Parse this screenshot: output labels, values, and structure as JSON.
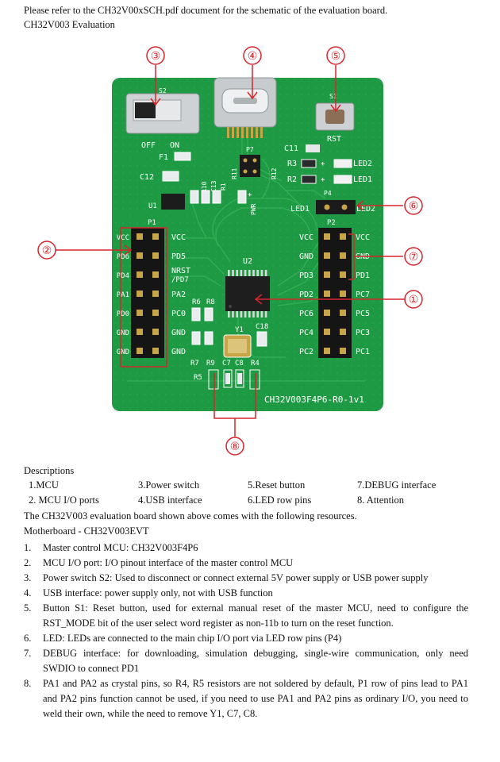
{
  "header": {
    "line1": "Please refer to the CH32V00xSCH.pdf document for the schematic of the evaluation board.",
    "line2": "CH32V003 Evaluation"
  },
  "board": {
    "callouts": [
      "①",
      "②",
      "③",
      "④",
      "⑤",
      "⑥",
      "⑦",
      "⑧"
    ],
    "silkscreen": {
      "s2": "S2",
      "off": "OFF",
      "on": "ON",
      "f1": "F1",
      "c12": "C12",
      "u1": "U1",
      "r10": "R10",
      "c13": "C13",
      "r1": "R1",
      "r11": "R11",
      "r12": "R12",
      "p7": "P7",
      "plus": "+",
      "pwr": "PWR",
      "s1": "S1",
      "rst": "RST",
      "c11": "C11",
      "r3": "R3",
      "r2": "R2",
      "led2": "LED2",
      "led1": "LED1",
      "p4": "P4",
      "led1_row": "LED1",
      "led2_row": "LED2",
      "p1": "P1",
      "p2": "P2",
      "u2": "U2",
      "r6": "R6",
      "r8": "R8",
      "y1": "Y1",
      "c18": "C18",
      "r7": "R7",
      "r9": "R9",
      "c7": "C7",
      "c8": "C8",
      "r4": "R4",
      "r5": "R5",
      "board_name": "CH32V003F4P6-R0-1v1",
      "p1_left": [
        "VCC",
        "PD6",
        "PD4",
        "PA1",
        "PD0",
        "GND",
        "GND"
      ],
      "p1_right": [
        "VCC",
        "PD5",
        "NRST",
        "PA2",
        "PC0",
        "GND",
        "GND"
      ],
      "p1_right_sub": "/PD7",
      "p2_left": [
        "VCC",
        "GND",
        "PD3",
        "PD2",
        "PC6",
        "PC4",
        "PC2"
      ],
      "p2_right": [
        "VCC",
        "GND",
        "PD1",
        "PC7",
        "PC5",
        "PC3",
        "PC1"
      ]
    }
  },
  "descriptions": {
    "heading": "Descriptions",
    "rows": [
      [
        "1.MCU",
        "3.Power switch",
        "5.Reset button",
        "7.DEBUG interface"
      ],
      [
        "2. MCU I/O ports",
        "4.USB interface",
        "6.LED row pins",
        "8. Attention"
      ]
    ]
  },
  "intro": "The CH32V003 evaluation board shown above comes with the following resources.",
  "motherboard": "Motherboard - CH32V003EVT",
  "list": [
    {
      "n": "1.",
      "t": "Master control MCU: CH32V003F4P6"
    },
    {
      "n": "2.",
      "t": "MCU I/O port: I/O pinout interface of the master control MCU"
    },
    {
      "n": "3.",
      "t": "Power switch S2: Used to disconnect or connect external 5V power supply or USB power supply"
    },
    {
      "n": "4.",
      "t": "USB interface: power supply only, not with USB function"
    },
    {
      "n": "5.",
      "t": "Button S1: Reset button, used for external manual reset of the master MCU, need to configure the RST_MODE bit of the user select word register as non-11b to turn on the reset function."
    },
    {
      "n": "6.",
      "t": "LED: LEDs are connected to the main chip I/O port via LED row pins (P4)"
    },
    {
      "n": "7.",
      "t": "DEBUG interface: for downloading, simulation debugging, single-wire communication, only need SWDIO to connect PD1"
    },
    {
      "n": "8.",
      "t": "PA1 and PA2 as crystal pins, so R4, R5 resistors are not soldered by default, P1 row of pins lead to PA1 and PA2 pins function cannot be used, if you need to use PA1 and PA2 pins as ordinary I/O, you need to weld their own, while the need to remove Y1, C7, C8."
    }
  ],
  "colors": {
    "pcb": "#1f9a44",
    "pcb_dark": "#167a34",
    "silk": "#ffffff",
    "callout": "#d6262d",
    "gold": "#c9a54a"
  }
}
